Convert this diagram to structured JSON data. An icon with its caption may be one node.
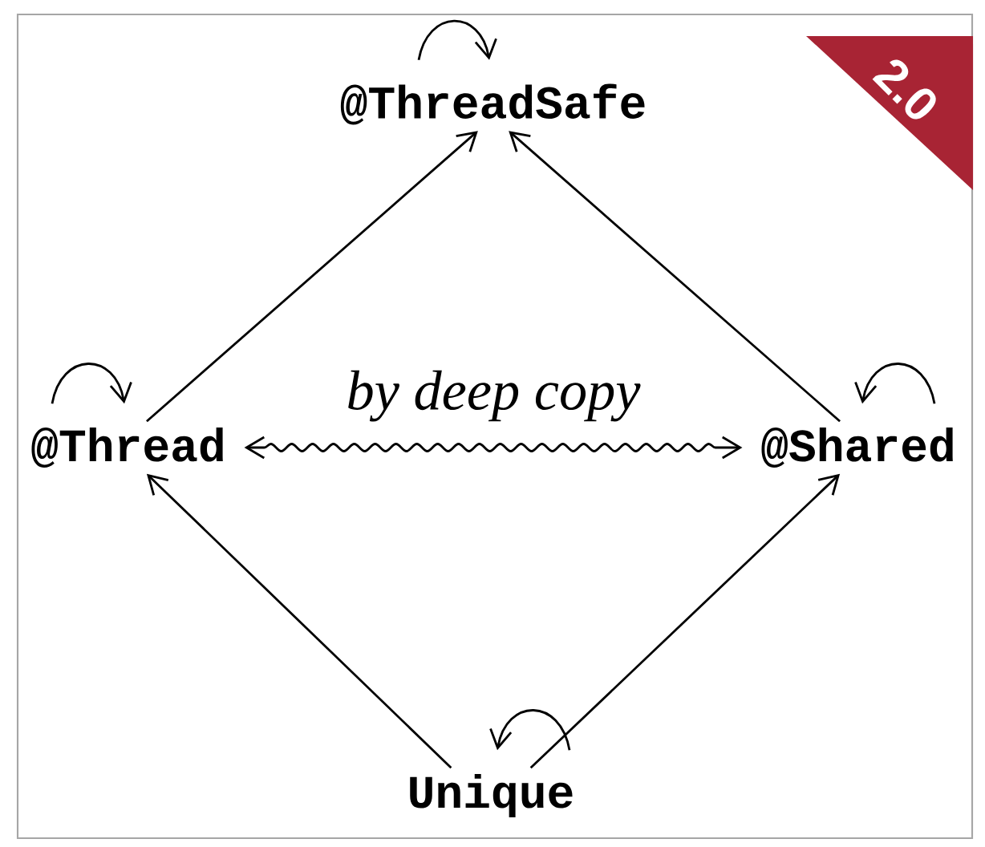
{
  "diagram": {
    "nodes": [
      {
        "text": [
          "@ThreadSafe"
        ]
      },
      {
        "text": [
          "@Thread"
        ]
      },
      {
        "text": [
          "@Shared"
        ]
      },
      {
        "text": [
          "Unique"
        ]
      }
    ],
    "edges": [
      {
        "from": 0,
        "to": 0,
        "arrow": "to"
      },
      {
        "from": 1,
        "to": 1,
        "arrow": "to"
      },
      {
        "from": 2,
        "to": 2,
        "arrow": "to"
      },
      {
        "from": 3,
        "to": 3,
        "arrow": "to"
      },
      {
        "from": 1,
        "to": 0,
        "arrow": "to"
      },
      {
        "from": 2,
        "to": 0,
        "arrow": "to"
      },
      {
        "from": 3,
        "to": 1,
        "arrow": "to"
      },
      {
        "from": 3,
        "to": 2,
        "arrow": "to"
      },
      {
        "from": 1,
        "to": 2,
        "arrow": "both",
        "label": "by deep copy"
      }
    ],
    "labels": [
      "2.0"
    ]
  }
}
